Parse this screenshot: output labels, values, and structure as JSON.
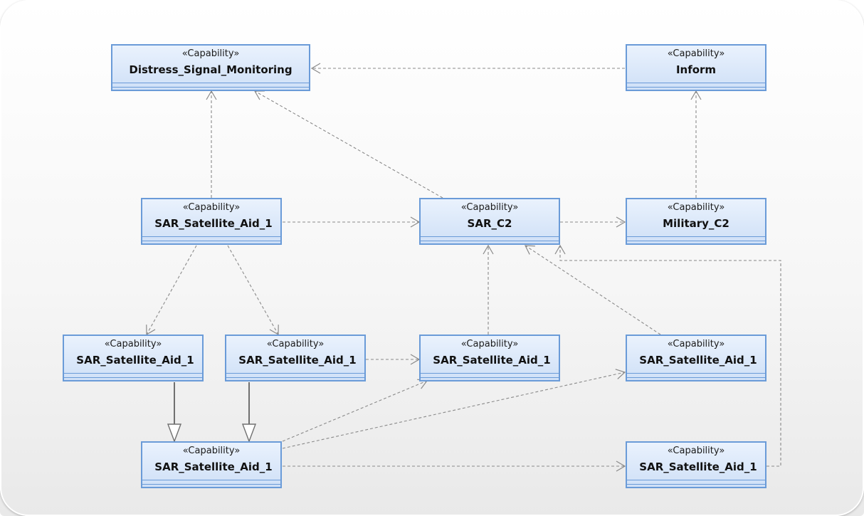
{
  "stereotype": "«Capability»",
  "nodes": {
    "distress": {
      "name": "Distress_Signal_Monitoring"
    },
    "inform": {
      "name": "Inform"
    },
    "aid_top": {
      "name": "SAR_Satellite_Aid_1"
    },
    "sar_c2": {
      "name": "SAR_C2"
    },
    "military_c2": {
      "name": "Military_C2"
    },
    "aid_mid_1": {
      "name": "SAR_Satellite_Aid_1"
    },
    "aid_mid_2": {
      "name": "SAR_Satellite_Aid_1"
    },
    "aid_mid_3": {
      "name": "SAR_Satellite_Aid_1"
    },
    "aid_mid_4": {
      "name": "SAR_Satellite_Aid_1"
    },
    "aid_bottom": {
      "name": "SAR_Satellite_Aid_1"
    },
    "aid_bottom_right": {
      "name": "SAR_Satellite_Aid_1"
    }
  },
  "colors": {
    "node_border": "#6a9bd8",
    "node_fill_top": "#eaf2fd",
    "node_fill_bottom": "#cfe0f7",
    "dependency_line": "#8a8a8a",
    "generalization_line": "#707070"
  }
}
